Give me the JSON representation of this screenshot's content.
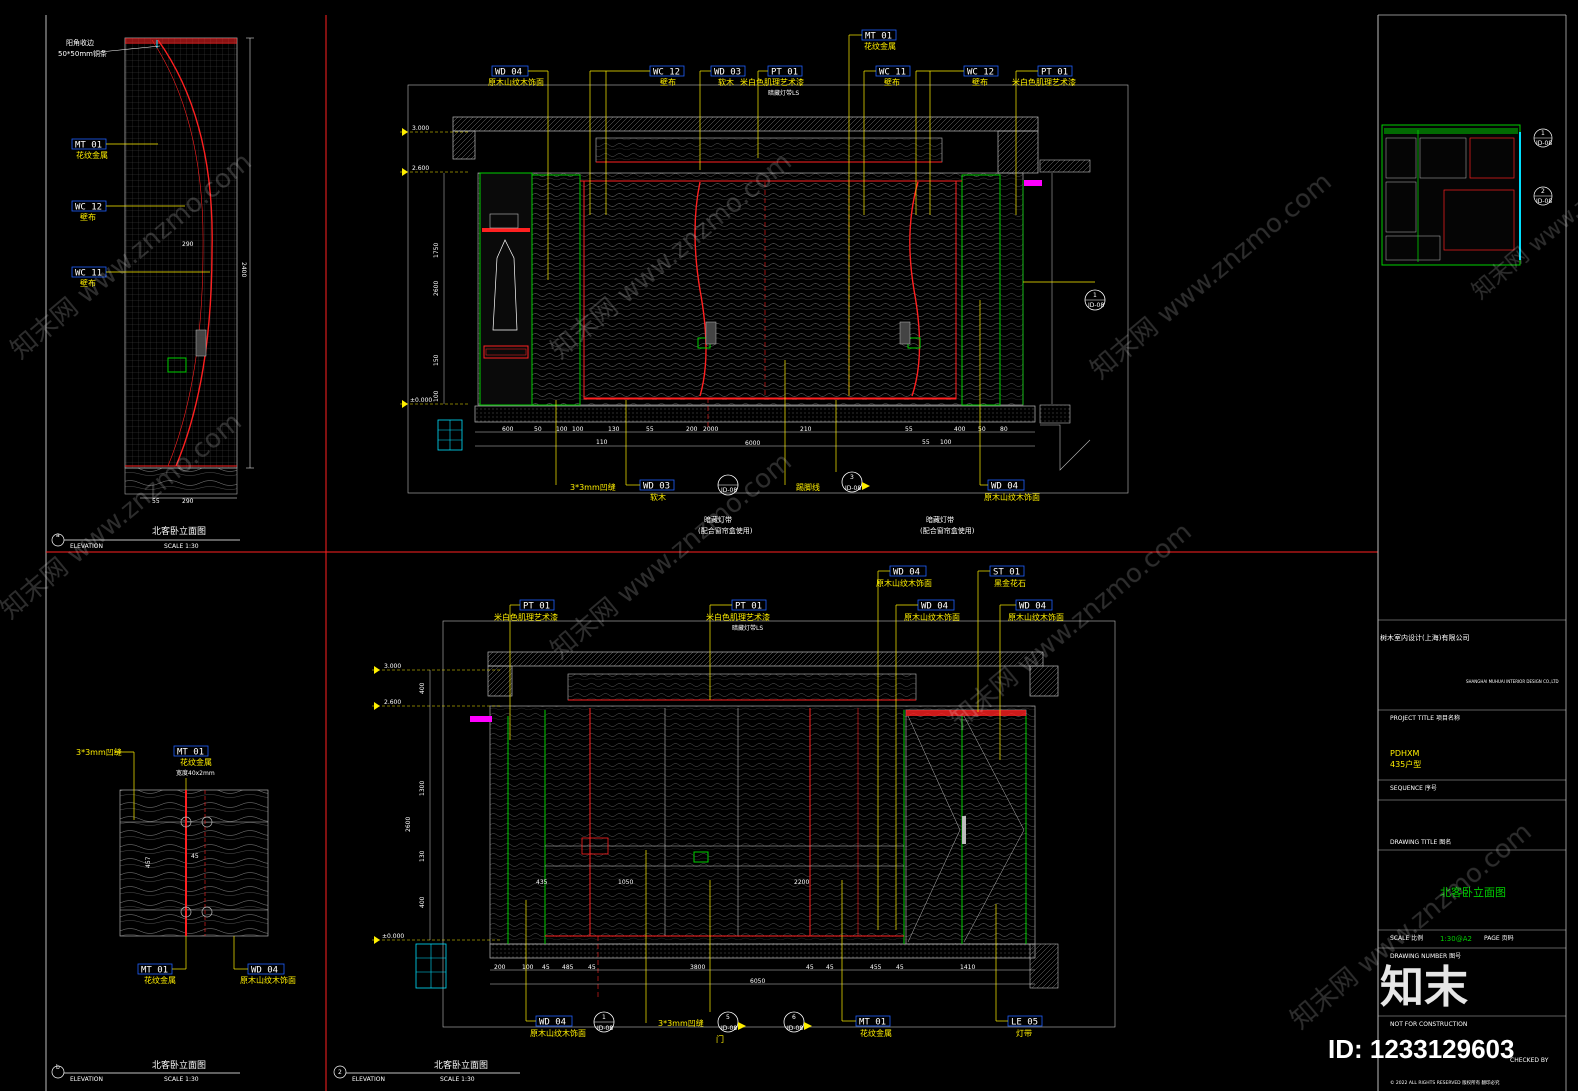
{
  "watermark": "知末网 www.znzmo.com",
  "brand": {
    "name": "知末",
    "id": "ID: 1233129603"
  },
  "views": {
    "a": {
      "title": "北客卧立面图",
      "code": "a",
      "elevation": "ELEVATION",
      "scale": "SCALE 1:30"
    },
    "b": {
      "title": "北客卧立面图",
      "code": "b",
      "elevation": "ELEVATION",
      "scale": "SCALE 1:30"
    },
    "v2": {
      "title": "北客卧立面图",
      "code": "2",
      "elevation": "ELEVATION",
      "scale": "SCALE 1:30"
    }
  },
  "sideA": {
    "top_note1": "阳角收边",
    "top_note2": "50*50mm铜条",
    "tags": [
      {
        "code": "MT 01",
        "desc": "花纹金属"
      },
      {
        "code": "WC 12",
        "desc": "壁布"
      },
      {
        "code": "WC 11",
        "desc": "壁布"
      }
    ],
    "dims": [
      "290",
      "2400",
      "55",
      "290"
    ]
  },
  "elev1": {
    "tags": [
      {
        "code": "WD 04",
        "desc": "原木山纹木饰面"
      },
      {
        "code": "WC 12",
        "desc": "壁布"
      },
      {
        "code": "WD 03",
        "desc": "软木"
      },
      {
        "code": "PT 01",
        "desc": "米白色肌理艺术漆"
      },
      {
        "code": "MT 01",
        "desc": "花纹金属"
      },
      {
        "code": "WC 11",
        "desc": "壁布"
      },
      {
        "code": "WC 12",
        "desc": "壁布"
      },
      {
        "code": "PT 01",
        "desc": "米白色肌理艺术漆"
      }
    ],
    "note_pt": "暗藏灯带LS",
    "levels": [
      "3.000",
      "2.600",
      "±0.000"
    ],
    "side_dims": [
      "1750",
      "2600",
      "150",
      "100"
    ],
    "bottom_dims": [
      "600",
      "50",
      "100",
      "100",
      "110",
      "130",
      "55",
      "200",
      "2000",
      "210",
      "55",
      "55",
      "100",
      "400",
      "50",
      "80"
    ],
    "total": "6000",
    "bottom_tags": [
      {
        "code": "WD 03",
        "desc": "软木"
      },
      {
        "code": "WD 04",
        "desc": "原木山纹木饰面"
      }
    ],
    "note_groove": "3*3mm凹缝",
    "note_led1": "暗藏灯带",
    "note_led1b": "(配合窗帘盒使用)",
    "note_led2": "暗藏灯带",
    "note_led2b": "(配合窗帘盒使用)",
    "note_floor": "踢脚线",
    "section_1": "1",
    "section_1_ref": "ID-08",
    "section_3": "3",
    "section_3_ref": "ID-08",
    "section_c": "ID-08"
  },
  "sideB": {
    "groove": "3*3mm凹缝",
    "tags": [
      {
        "code": "MT 01",
        "desc": "花纹金属",
        "desc2": "宽度40x2mm"
      },
      {
        "code": "MT 01",
        "desc": "花纹金属"
      },
      {
        "code": "WD 04",
        "desc": "原木山纹木饰面"
      }
    ],
    "dims": [
      "457",
      "45"
    ]
  },
  "elev2": {
    "tags": [
      {
        "code": "PT 01",
        "desc": "米白色肌理艺术漆"
      },
      {
        "code": "PT 01",
        "desc": "米白色肌理艺术漆",
        "desc2": "暗藏灯带LS"
      },
      {
        "code": "WD 04",
        "desc": "原木山纹木饰面"
      },
      {
        "code": "WD 04",
        "desc": "原木山纹木饰面"
      },
      {
        "code": "ST 01",
        "desc": "黑金花石"
      },
      {
        "code": "WD 04",
        "desc": "原木山纹木饰面"
      }
    ],
    "levels": [
      "3.000",
      "2.600",
      "±0.000"
    ],
    "side_dims": [
      "400",
      "1300",
      "2600",
      "130",
      "400"
    ],
    "inner_dims": [
      "435",
      "1050",
      "2200"
    ],
    "bottom_dims": [
      "200",
      "100",
      "45",
      "485",
      "45",
      "3800",
      "45",
      "45",
      "455",
      "45",
      "1410"
    ],
    "total": "6050",
    "bottom_tags": [
      {
        "code": "WD 04",
        "desc": "原木山纹木饰面"
      },
      {
        "code": "MT 01",
        "desc": "花纹金属"
      },
      {
        "code": "LE 05",
        "desc": "灯带"
      }
    ],
    "groove": "3*3mm凹缝",
    "sec_1": "1",
    "sec_5": "5",
    "sec_6": "6",
    "sec_ref": "ID-08",
    "note_door": "门"
  },
  "titleblock": {
    "company": "树木室内设计(上海)有限公司",
    "company_en": "SHANGHAI MUHUAI INTERIOR DESIGN CO.,LTD",
    "project_label": "PROJECT TITLE 项目名称",
    "project_code": "PDHXM",
    "project_sub": "435户型",
    "seq": "SEQUENCE 序号",
    "drawing_label": "DRAWING TITLE 图名",
    "drawing_title": "北客卧立面图",
    "scale_label": "SCALE 比例",
    "scale_value": "1:30@A2",
    "page_label": "PAGE 页码",
    "number_label": "DRAWING NUMBER 图号",
    "not_for": "NOT FOR CONSTRUCTION",
    "checked": "CHECKED BY",
    "copyright": "© 2022 ALL RIGHTS RESERVED 版权所有 翻印必究",
    "key_plan_1": "1",
    "key_plan_1_ref": "ID-08",
    "key_plan_2": "2",
    "key_plan_2_ref": "ID-08"
  },
  "colors": {
    "yellow": "#ffef00",
    "red": "#ff2020",
    "green": "#00d000",
    "blue": "#2060ff",
    "cyan": "#00e0ff",
    "magenta": "#ff00ff"
  }
}
